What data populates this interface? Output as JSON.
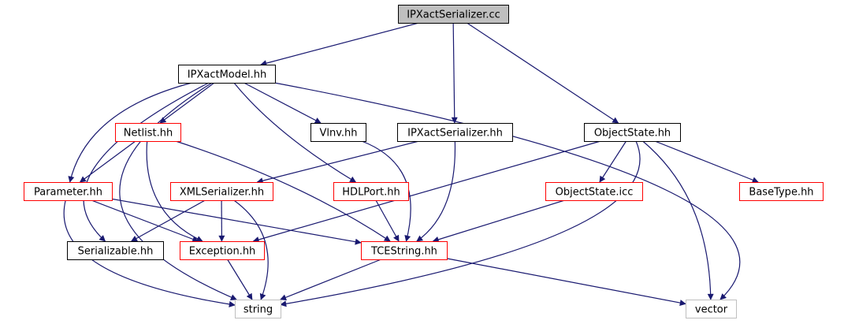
{
  "colors": {
    "edge": "#191970",
    "border_normal": "#000000",
    "border_incomplete": "#ff0000",
    "border_system": "#bfbfbf",
    "fill_root": "#bfbfbf",
    "fill_normal": "#ffffff"
  },
  "nodes": {
    "root": {
      "label": "IPXactSerializer.cc",
      "style": "root"
    },
    "ipxact_model": {
      "label": "IPXactModel.hh",
      "style": "normal"
    },
    "netlist": {
      "label": "Netlist.hh",
      "style": "incomplete"
    },
    "vlnv": {
      "label": "Vlnv.hh",
      "style": "normal"
    },
    "serializer_hh": {
      "label": "IPXactSerializer.hh",
      "style": "normal"
    },
    "object_state": {
      "label": "ObjectState.hh",
      "style": "normal"
    },
    "parameter": {
      "label": "Parameter.hh",
      "style": "incomplete"
    },
    "xml_serializer": {
      "label": "XMLSerializer.hh",
      "style": "incomplete"
    },
    "hdl_port": {
      "label": "HDLPort.hh",
      "style": "incomplete"
    },
    "object_state_icc": {
      "label": "ObjectState.icc",
      "style": "incomplete"
    },
    "base_type": {
      "label": "BaseType.hh",
      "style": "incomplete"
    },
    "serializable": {
      "label": "Serializable.hh",
      "style": "normal"
    },
    "exception": {
      "label": "Exception.hh",
      "style": "incomplete"
    },
    "tcestring": {
      "label": "TCEString.hh",
      "style": "incomplete"
    },
    "string": {
      "label": "string",
      "style": "system"
    },
    "vector": {
      "label": "vector",
      "style": "system"
    }
  },
  "edges": [
    [
      "root",
      "ipxact_model"
    ],
    [
      "root",
      "serializer_hh"
    ],
    [
      "root",
      "object_state"
    ],
    [
      "ipxact_model",
      "netlist"
    ],
    [
      "ipxact_model",
      "vlnv"
    ],
    [
      "ipxact_model",
      "hdl_port"
    ],
    [
      "ipxact_model",
      "parameter"
    ],
    [
      "ipxact_model",
      "serializable"
    ],
    [
      "ipxact_model",
      "string"
    ],
    [
      "ipxact_model",
      "vector"
    ],
    [
      "netlist",
      "parameter"
    ],
    [
      "netlist",
      "exception"
    ],
    [
      "netlist",
      "tcestring"
    ],
    [
      "vlnv",
      "tcestring"
    ],
    [
      "serializer_hh",
      "xml_serializer"
    ],
    [
      "serializer_hh",
      "tcestring"
    ],
    [
      "object_state",
      "object_state_icc"
    ],
    [
      "object_state",
      "base_type"
    ],
    [
      "object_state",
      "exception"
    ],
    [
      "object_state",
      "string"
    ],
    [
      "object_state",
      "vector"
    ],
    [
      "parameter",
      "exception"
    ],
    [
      "parameter",
      "tcestring"
    ],
    [
      "parameter",
      "string"
    ],
    [
      "xml_serializer",
      "serializable"
    ],
    [
      "xml_serializer",
      "exception"
    ],
    [
      "xml_serializer",
      "string"
    ],
    [
      "hdl_port",
      "tcestring"
    ],
    [
      "object_state_icc",
      "tcestring"
    ],
    [
      "exception",
      "string"
    ],
    [
      "tcestring",
      "string"
    ],
    [
      "tcestring",
      "vector"
    ]
  ]
}
